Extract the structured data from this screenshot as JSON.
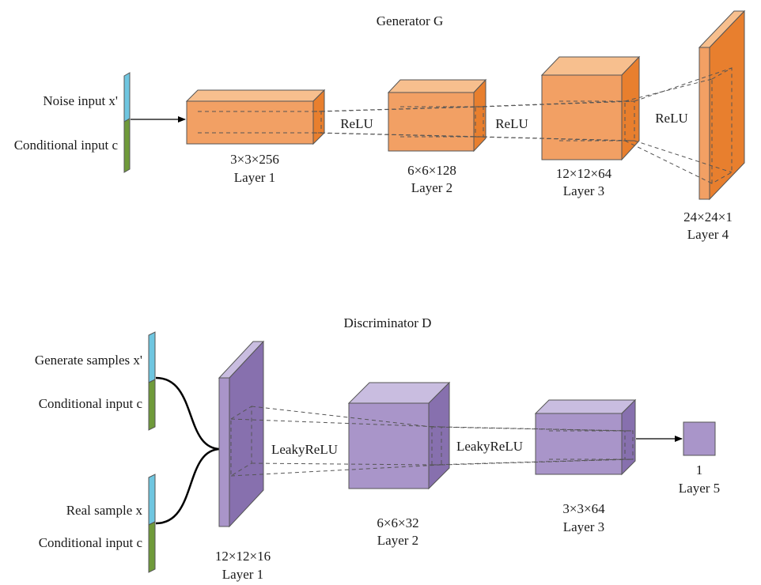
{
  "colors": {
    "orange_front": "#f2a064",
    "orange_top": "#f7bf8e",
    "orange_side": "#e87f2e",
    "purple_front": "#a995c9",
    "purple_top": "#c9bde0",
    "purple_side": "#8770ae",
    "input_blue": "#6fc6e0",
    "input_green": "#6f9a3a",
    "edge": "#555555"
  },
  "generator": {
    "title": "Generator G",
    "inputs": {
      "noise": "Noise input x'",
      "conditional": "Conditional input c"
    },
    "activations": [
      "ReLU",
      "ReLU",
      "ReLU"
    ],
    "layers": [
      {
        "dims": "3×3×256",
        "name": "Layer 1"
      },
      {
        "dims": "6×6×128",
        "name": "Layer 2"
      },
      {
        "dims": "12×12×64",
        "name": "Layer 3"
      },
      {
        "dims": "24×24×1",
        "name": "Layer 4"
      }
    ]
  },
  "discriminator": {
    "title": "Discriminator D",
    "inputs": {
      "generated": "Generate samples x'",
      "conditional_1": "Conditional input c",
      "real": "Real sample x",
      "conditional_2": "Conditional input c"
    },
    "activations": [
      "LeakyReLU",
      "LeakyReLU"
    ],
    "layers": [
      {
        "dims": "12×12×16",
        "name": "Layer 1"
      },
      {
        "dims": "6×6×32",
        "name": "Layer 2"
      },
      {
        "dims": "3×3×64",
        "name": "Layer 3"
      },
      {
        "dims": "1",
        "name": "Layer 5"
      }
    ]
  }
}
